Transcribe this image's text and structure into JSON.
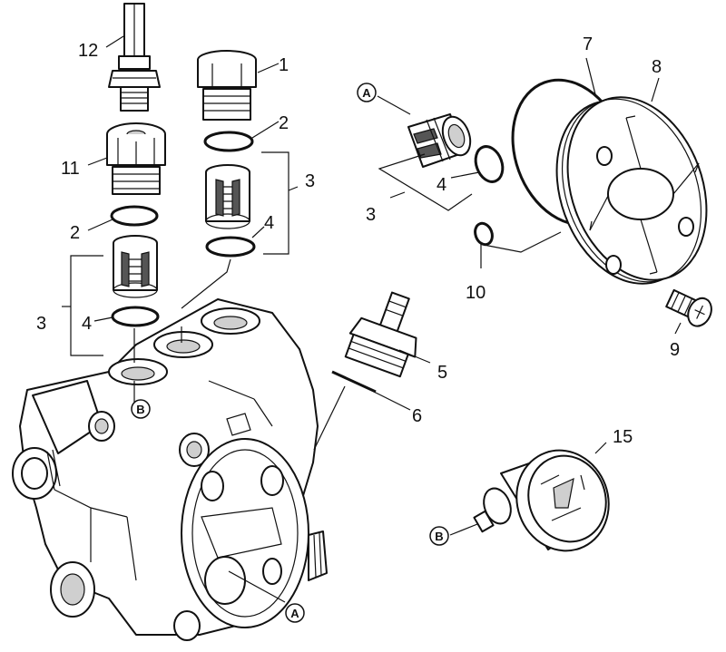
{
  "labels": {
    "l1": "1",
    "l2a": "2",
    "l2b": "2",
    "l3a": "3",
    "l3b": "3",
    "l3c": "3",
    "l4a": "4",
    "l4b": "4",
    "l4c": "4",
    "l5": "5",
    "l6": "6",
    "l7": "7",
    "l8": "8",
    "l9": "9",
    "l10": "10",
    "l11": "11",
    "l12": "12",
    "l15": "15"
  },
  "refs": {
    "a_top": "A",
    "a_bottom": "A",
    "b_head": "B",
    "b_gauge": "B"
  }
}
